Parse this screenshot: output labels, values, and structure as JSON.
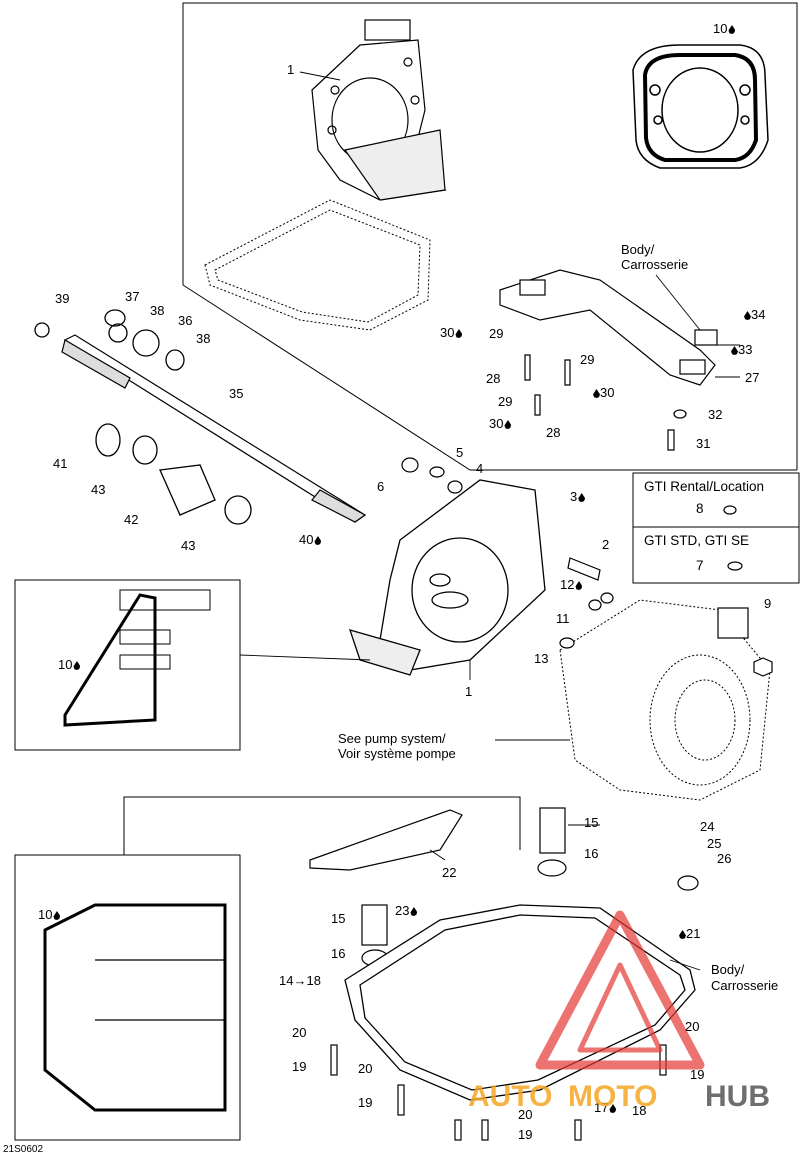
{
  "diagram_code": "21S0602",
  "callouts": {
    "c1a": "1",
    "c1b": "1",
    "c10a": "10",
    "c10b": "10",
    "c10c": "10",
    "body1": "Body/",
    "carr1": "Carrosserie",
    "c34": "34",
    "c33": "33",
    "c27": "27",
    "c32": "32",
    "c31": "31",
    "c30a": "30",
    "c30b": "30",
    "c30c": "30",
    "c29a": "29",
    "c29b": "29",
    "c29c": "29",
    "c28a": "28",
    "c28b": "28",
    "c39": "39",
    "c37": "37",
    "c38a": "38",
    "c38b": "38",
    "c36": "36",
    "c35": "35",
    "c41": "41",
    "c43a": "43",
    "c43b": "43",
    "c42": "42",
    "c40": "40",
    "c5": "5",
    "c6": "6",
    "c4": "4",
    "c3": "3",
    "c2": "2",
    "c12": "12",
    "c11": "11",
    "c13": "13",
    "c9": "9",
    "pump_en": "See pump system/",
    "pump_fr": "Voir système pompe",
    "c15a": "15",
    "c16a": "16",
    "c15b": "15",
    "c16b": "16",
    "c22": "22",
    "c24": "24",
    "c25": "25",
    "c26": "26",
    "c23": "23",
    "c21": "21",
    "body2": "Body/",
    "carr2": "Carrosserie",
    "c14": "14",
    "c18a": "18",
    "c18b": "18",
    "c17": "17",
    "c20a": "20",
    "c20b": "20",
    "c20c": "20",
    "c20d": "20",
    "c19a": "19",
    "c19b": "19",
    "c19c": "19",
    "c19d": "19"
  },
  "variants": {
    "rental_title": "GTI Rental/Location",
    "rental_part": "8",
    "std_title": "GTI STD, GTI SE",
    "std_part": "7"
  },
  "watermark": {
    "word1": "AUTO",
    "word2": "MOTO",
    "word3": "HUB"
  },
  "colors": {
    "line": "#000000",
    "watermark_red": "#e53935",
    "watermark_orange": "#f5a623",
    "watermark_gray": "#555555"
  }
}
